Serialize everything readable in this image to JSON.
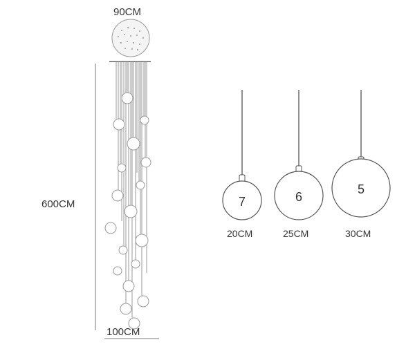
{
  "chandelier": {
    "canopy_width_label": "90CM",
    "height_label": "600CM",
    "spread_width_label": "100CM"
  },
  "pendants": [
    {
      "count": "7",
      "size_label": "20CM"
    },
    {
      "count": "6",
      "size_label": "25CM"
    },
    {
      "count": "5",
      "size_label": "30CM"
    }
  ]
}
